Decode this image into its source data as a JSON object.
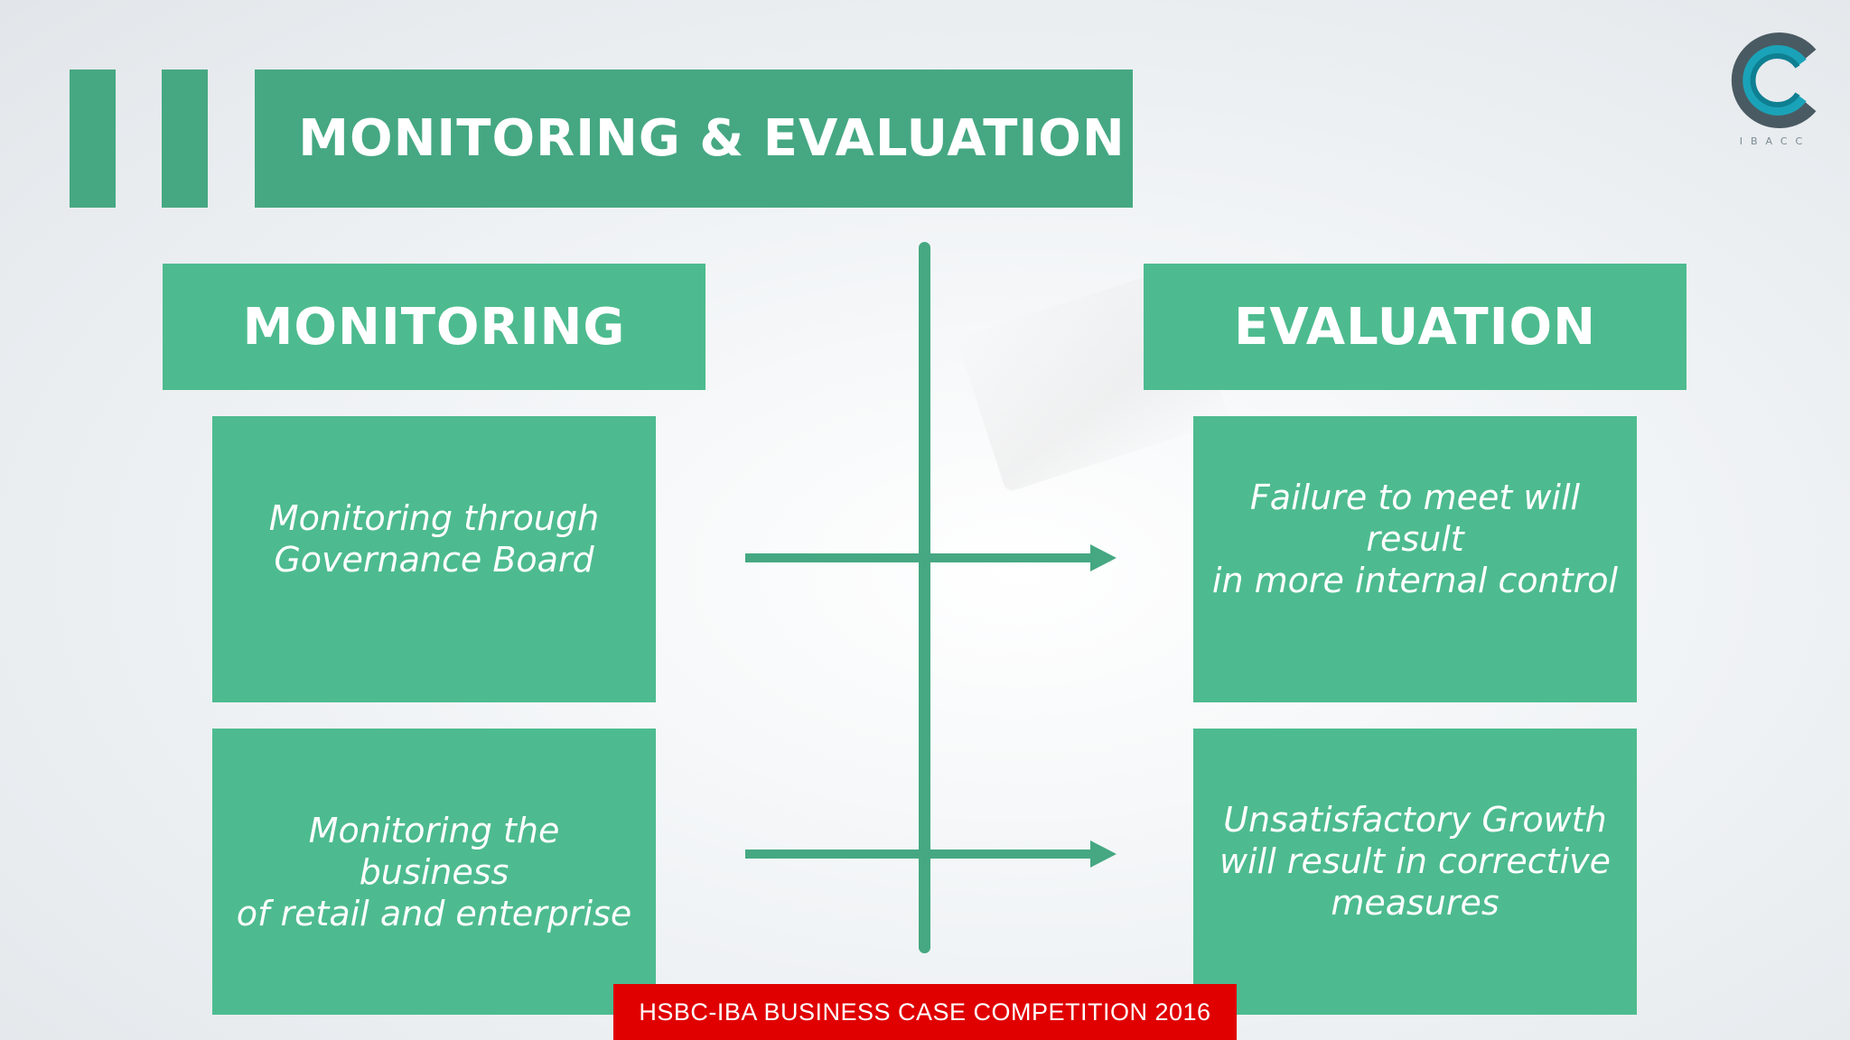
{
  "slide": {
    "title": "MONITORING & EVALUATION",
    "footer": "HSBC-IBA BUSINESS CASE COMPETITION 2016",
    "logo_text": "IBACC"
  },
  "columns": {
    "left_heading": "MONITORING",
    "right_heading": "EVALUATION"
  },
  "rows": [
    {
      "monitoring": "Monitoring through\nGovernance Board",
      "evaluation": "Failure to meet will result\nin more internal control"
    },
    {
      "monitoring": "Monitoring the business\nof retail and enterprise",
      "evaluation": "Unsatisfactory Growth\nwill result in corrective\nmeasures"
    }
  ],
  "colors": {
    "dark_green": "#45a882",
    "light_green": "#4dbb8f",
    "footer_red": "#e00000",
    "logo_teal": "#1aa3b8",
    "logo_gray": "#4a5a62"
  }
}
